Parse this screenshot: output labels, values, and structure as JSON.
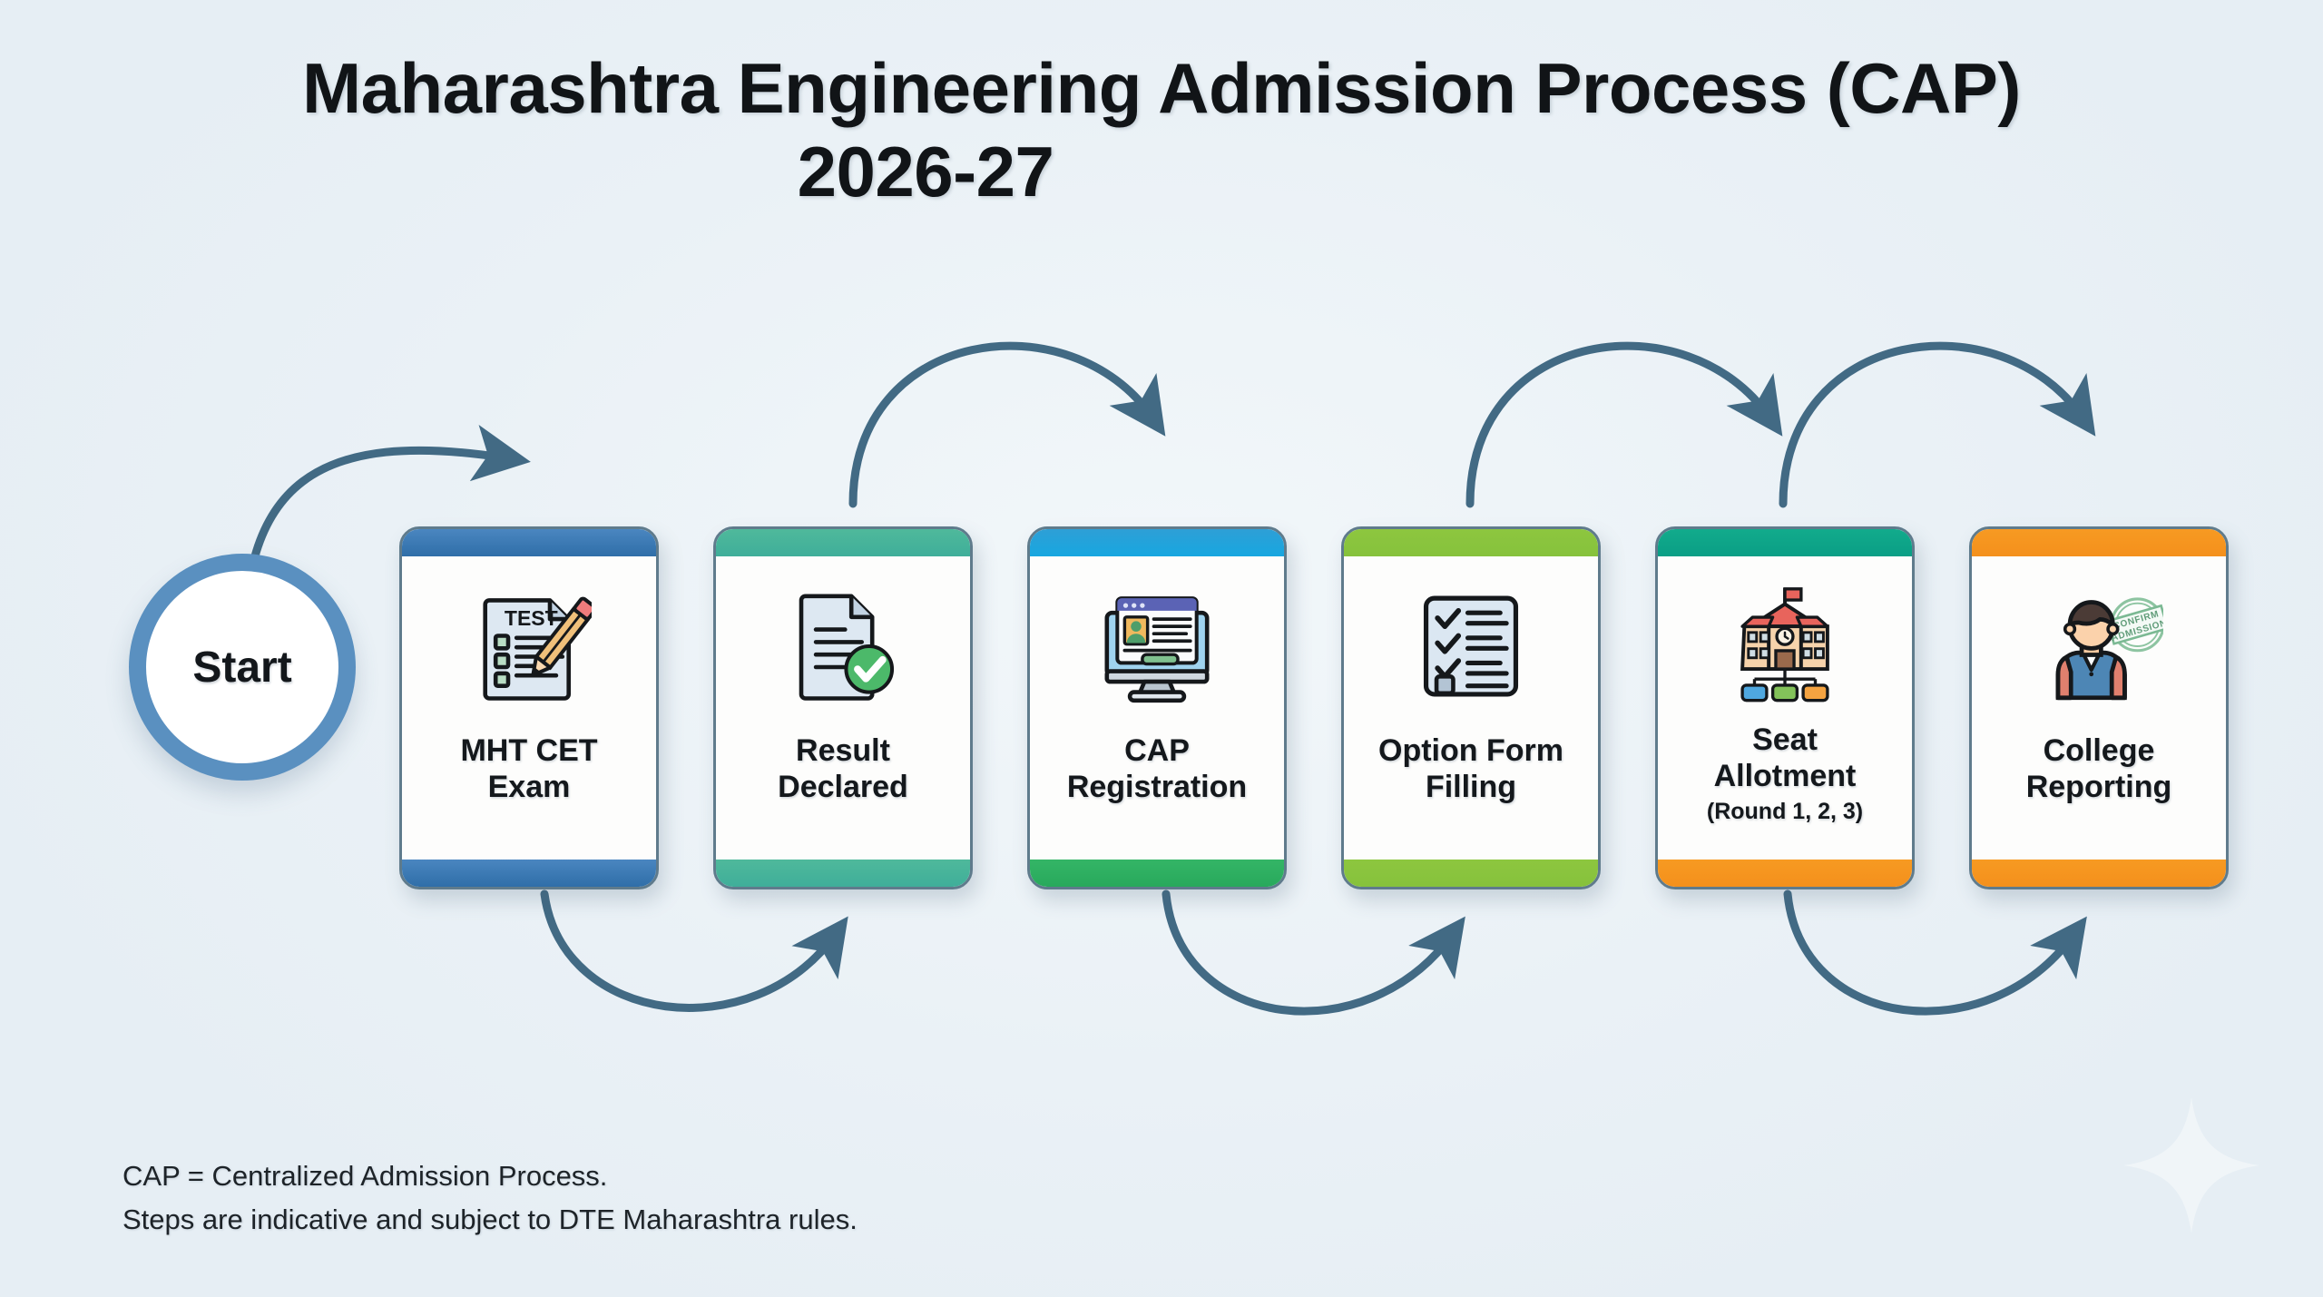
{
  "title": {
    "line1": "Maharashtra Engineering Admission Process (CAP)",
    "line2": "2026-27"
  },
  "start": {
    "label": "Start"
  },
  "steps": [
    {
      "label": "MHT CET\nExam",
      "label_line1": "MHT CET",
      "label_line2": "Exam",
      "sublabel": "",
      "icon": "test-paper-pencil-icon",
      "top_color": "#3a7ab8",
      "bottom_color": "#3a7ab8"
    },
    {
      "label": "Result\nDeclared",
      "label_line1": "Result",
      "label_line2": "Declared",
      "sublabel": "",
      "icon": "document-check-icon",
      "top_color": "#4db89a",
      "bottom_color": "#48b79c"
    },
    {
      "label": "CAP\nRegistration",
      "label_line1": "CAP",
      "label_line2": "Registration",
      "sublabel": "",
      "icon": "monitor-registration-icon",
      "top_color": "#1f9fd9",
      "bottom_color": "#2eb463"
    },
    {
      "label": "Option Form\nFilling",
      "label_line1": "Option Form",
      "label_line2": "Filling",
      "sublabel": "",
      "icon": "checklist-icon",
      "top_color": "#8cc63f",
      "bottom_color": "#8cc63f"
    },
    {
      "label": "Seat\nAllotment",
      "label_line1": "Seat",
      "label_line2": "Allotment",
      "sublabel": "(Round 1, 2, 3)",
      "icon": "college-building-icon",
      "top_color": "#0da789",
      "bottom_color": "#f7941e"
    },
    {
      "label": "College\nReporting",
      "label_line1": "College",
      "label_line2": "Reporting",
      "sublabel": "",
      "icon": "student-confirm-stamp-icon",
      "top_color": "#f7941e",
      "bottom_color": "#f7941e"
    }
  ],
  "icon_text": {
    "test_paper": "TEST",
    "stamp_line1": "CONFIRM",
    "stamp_line2": "ADMISSION"
  },
  "footer": {
    "line1": "CAP = Centralized Admission Process.",
    "line2": "Steps are indicative and subject to DTE Maharashtra rules."
  },
  "colors": {
    "background": "#eef3f7",
    "arrow": "#426a84",
    "start_ring": "#5a90c0",
    "card_border": "#5f7b8c",
    "card_face": "#fdfdfc",
    "text": "#14181c"
  }
}
